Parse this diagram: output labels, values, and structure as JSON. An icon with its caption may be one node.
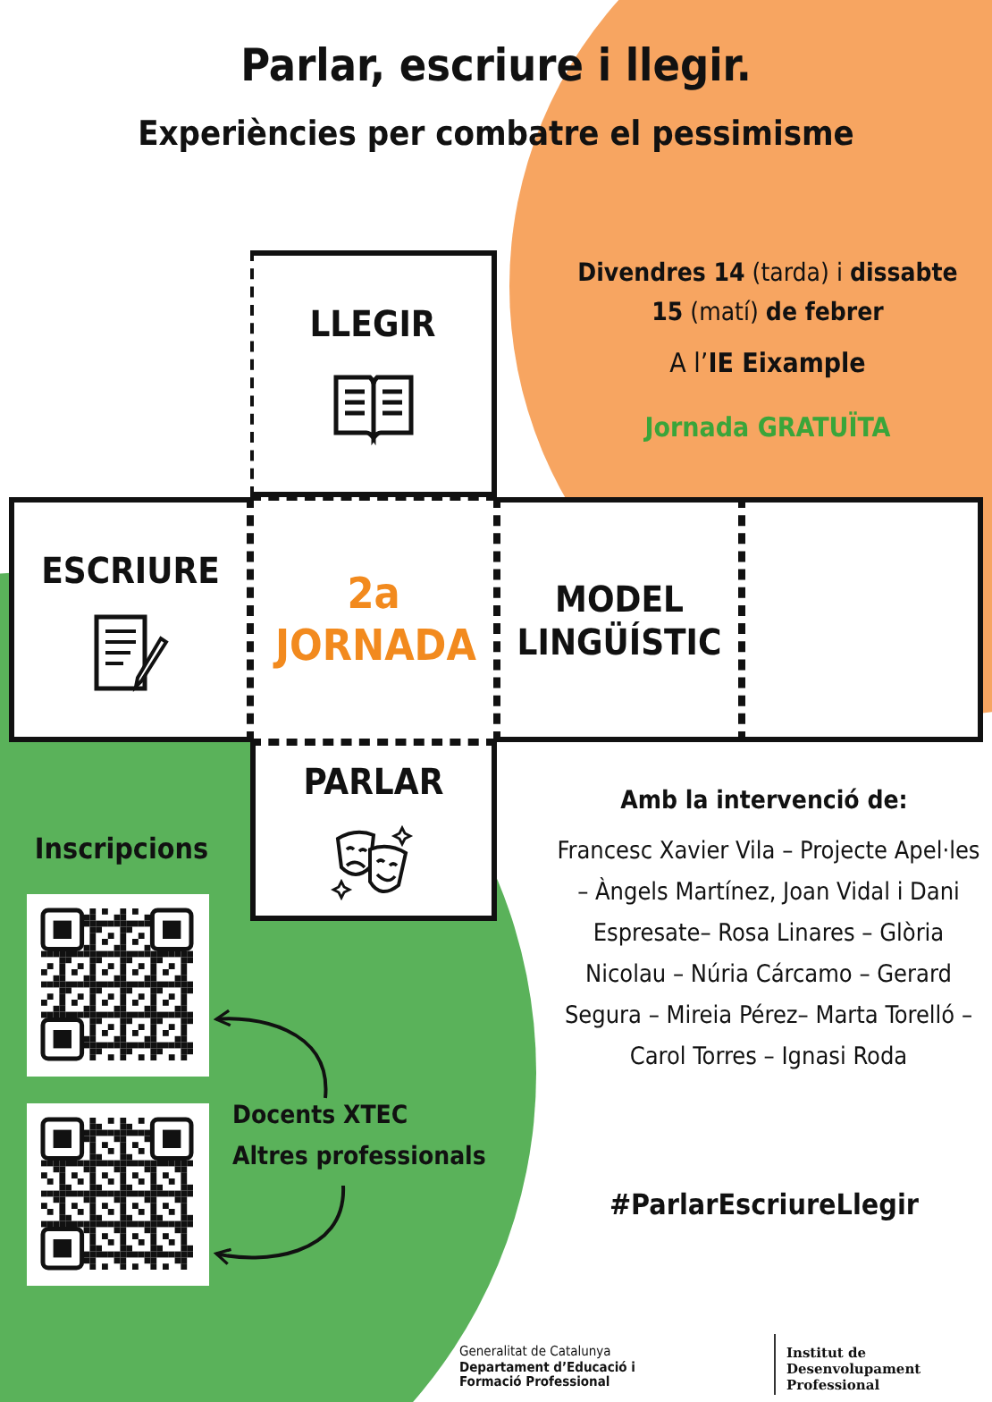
{
  "diagram": {
    "title": "Parlar, escriure i llegir.",
    "nodes": [
      {
        "text": [
          "LLEGIR"
        ]
      },
      {
        "text": [
          "ESCRIURE"
        ]
      },
      {
        "text": [
          "2a JORNADA"
        ]
      },
      {
        "text": [
          "MODEL LINGÜÍSTIC"
        ]
      },
      {
        "text": [],
        "shape": "box"
      },
      {
        "text": [
          "PARLAR"
        ]
      },
      {
        "text": [],
        "shape": "picture"
      },
      {
        "text": [],
        "shape": "picture"
      },
      {
        "text": [
          "Docents XTEC"
        ]
      },
      {
        "text": [
          "Altres professionals"
        ]
      }
    ],
    "edges": [
      {
        "from": 8,
        "to": 6,
        "arrow": "to"
      },
      {
        "from": 9,
        "to": 7,
        "arrow": "to"
      }
    ],
    "labels": [
      "Experiències per combatre el pessimisme",
      "**Divendres 14** (tarda) i **dissabte 15** (matí) **de febrer**",
      "A l’**IE Eixample**",
      "Jornada GRATUÏTA",
      "Inscripcions",
      "Amb la intervenció de:",
      "Francesc Xavier Vila – Projecte Apel·les – Àngels Martínez, Joan Vidal i Dani Espresate– Rosa Linares – Glòria Nicolau – Núria Cárcamo – Gerard Segura – Mireia Pérez– Marta Torelló – Carol Torres – Ignasi Roda",
      "#ParlarEscriureLlegir",
      "Generalitat de Catalunya",
      "Departament d’Educació i Formació Professional",
      "Institut de Desenvolupament Professional"
    ]
  }
}
